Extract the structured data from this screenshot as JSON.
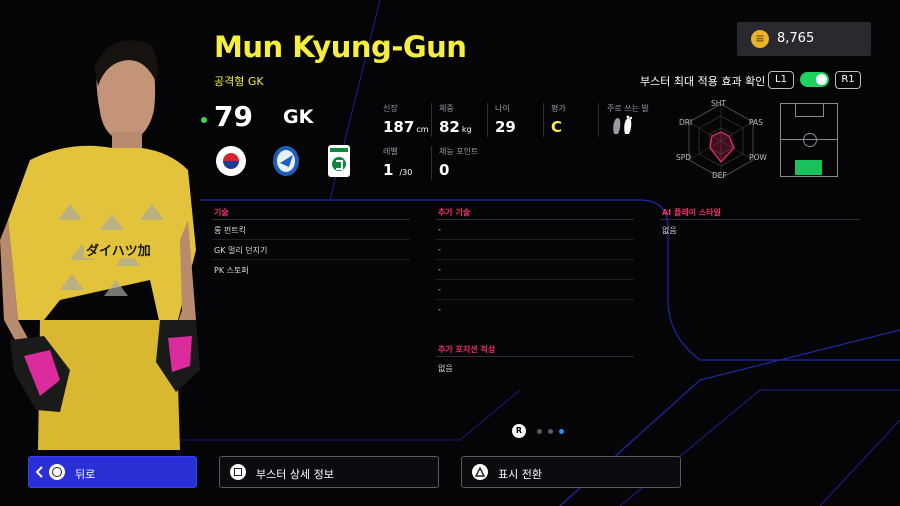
{
  "player": {
    "name": "Mun Kyung-Gun",
    "subtitle": "공격형 GK",
    "overall": "79",
    "position": "GK"
  },
  "currency": {
    "icon": "coin-icon",
    "amount": "8,765"
  },
  "booster": {
    "label": "부스터 최대 적용 효과 확인",
    "l1": "L1",
    "r1": "R1",
    "enabled": true
  },
  "stats": [
    {
      "label": "신장",
      "value": "187",
      "unit": "cm"
    },
    {
      "label": "체중",
      "value": "82",
      "unit": "kg"
    },
    {
      "label": "나이",
      "value": "29",
      "unit": ""
    },
    {
      "label": "평가",
      "value": "C",
      "unit": ""
    },
    {
      "label": "주로 쓰는 발",
      "value": "",
      "unit": ""
    },
    {
      "label": "레벨",
      "value": "1",
      "unit": "/30"
    },
    {
      "label": "재능 포인트",
      "value": "0",
      "unit": ""
    }
  ],
  "radar_labels": {
    "sht": "SHT",
    "pas": "PAS",
    "pow": "POW",
    "def": "DEF",
    "spd": "SPD",
    "dri": "DRI"
  },
  "sections": {
    "skills": {
      "title": "기술",
      "items": [
        "롱 펀트킥",
        "GK 멀리 던지기",
        "PK 스토퍼"
      ]
    },
    "extra_skills": {
      "title": "추가 기술",
      "items": [
        "-",
        "-",
        "-",
        "-",
        "-"
      ]
    },
    "ai_style": {
      "title": "AI 플레이 스타일",
      "items": [
        "없음"
      ]
    },
    "extra_position": {
      "title": "추가 포지션 적성",
      "items": [
        "없음"
      ]
    }
  },
  "pager": {
    "label": "R",
    "count": 3,
    "active": 2
  },
  "buttons": {
    "back": "뒤로",
    "booster_detail": "부스터 상세 정보",
    "display_toggle": "표시 전환"
  },
  "colors": {
    "accent_yellow": "#f6f03c",
    "accent_pink": "#f0306a",
    "toggle_green": "#1fd25c",
    "back_blue": "#2a2fd6"
  }
}
